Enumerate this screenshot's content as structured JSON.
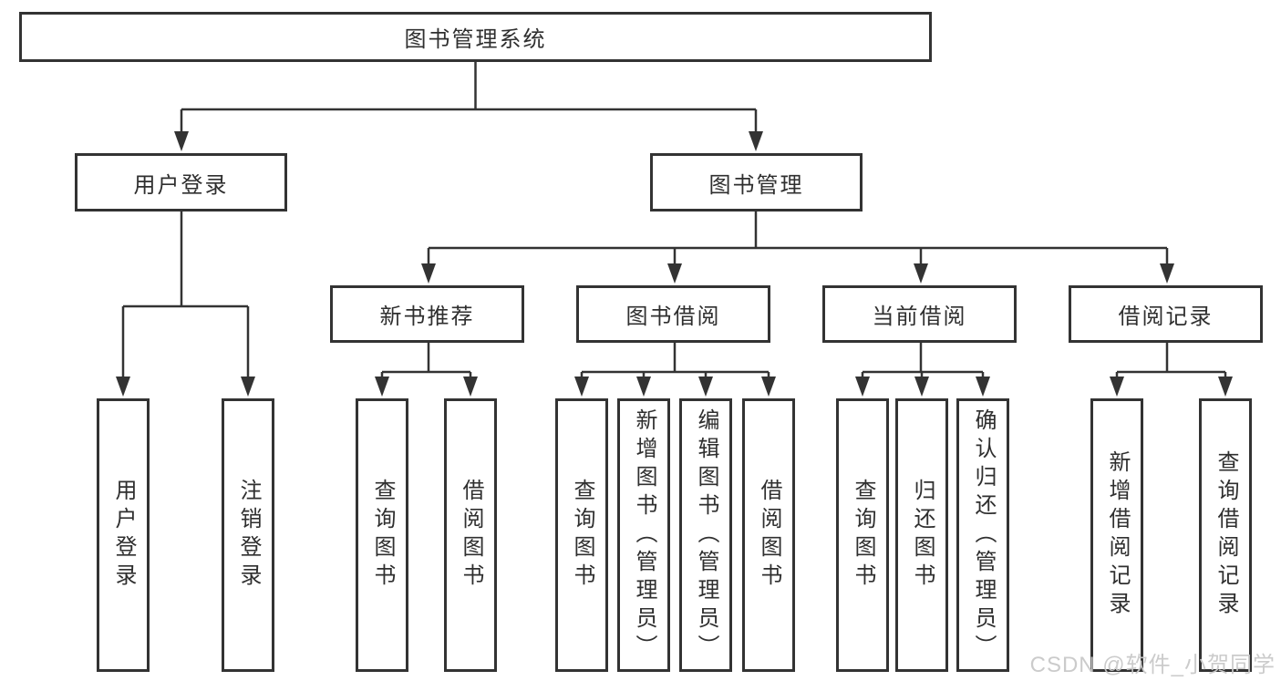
{
  "tree": {
    "root": "图书管理系统",
    "level2": {
      "user_login": "用户登录",
      "book_management": "图书管理"
    },
    "level3": {
      "new_book_recommend": "新书推荐",
      "book_borrow": "图书借阅",
      "current_borrow": "当前借阅",
      "borrow_records": "借阅记录"
    },
    "leaves": {
      "user_login": [
        "用户登录",
        "注销登录"
      ],
      "new_book_recommend": [
        "查询图书",
        "借阅图书"
      ],
      "book_borrow": [
        "查询图书",
        "新增图书（管理员）",
        "编辑图书（管理员）",
        "借阅图书"
      ],
      "current_borrow": [
        "查询图书",
        "归还图书",
        "确认归还（管理员）"
      ],
      "borrow_records": [
        "新增借阅记录",
        "查询借阅记录"
      ]
    }
  },
  "watermark": "CSDN @软件_小贺同学",
  "colors": {
    "line": "#333333",
    "text": "#2f2f2f",
    "background": "#ffffff",
    "watermark": "#c9c9c9"
  }
}
